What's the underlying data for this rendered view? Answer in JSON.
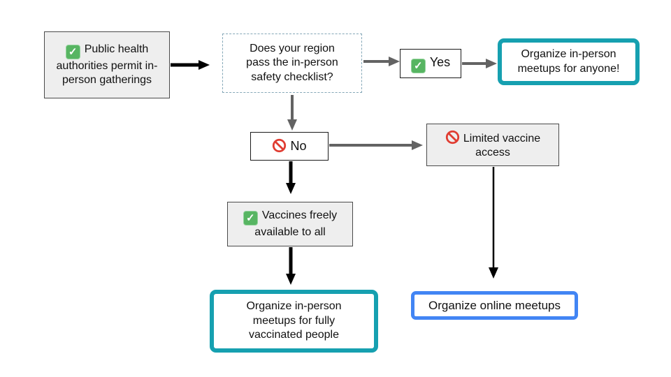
{
  "flowchart": {
    "nodes": {
      "start": {
        "label": "Public health authorities permit in-person gatherings",
        "icon": "check"
      },
      "question": {
        "label": "Does your region pass the in-person safety checklist?"
      },
      "yes": {
        "label": "Yes",
        "icon": "check"
      },
      "anyone": {
        "label": "Organize in-person meetups for anyone!"
      },
      "no": {
        "label": "No",
        "icon": "no-entry"
      },
      "limited": {
        "label": "Limited vaccine access",
        "icon": "no-entry"
      },
      "vaccines": {
        "label": "Vaccines freely available to all",
        "icon": "check"
      },
      "vaccinated": {
        "label": "Organize in-person meetups for fully vaccinated people"
      },
      "online": {
        "label": "Organize online meetups"
      }
    },
    "colors": {
      "teal": "#16a0b0",
      "blue": "#4285f4",
      "gray_fill": "#eeeeee",
      "gray_border": "#4a4a4a",
      "dashed": "#84a7b7",
      "arrow_gray": "#636363",
      "arrow_black": "#000000",
      "green": "#57b562",
      "red": "#e03c31"
    }
  }
}
